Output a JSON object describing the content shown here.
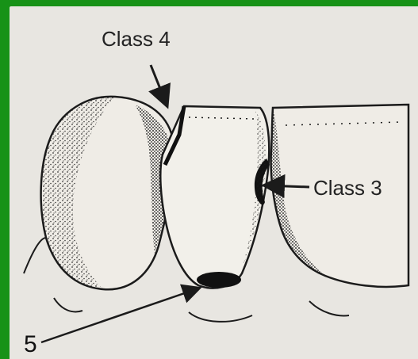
{
  "labels": {
    "class4": "Class 4",
    "class3": "Class 3",
    "class5": "5"
  },
  "colors": {
    "frame": "#179217",
    "paper": "#e8e6e1",
    "ink": "#1b1b1b"
  }
}
